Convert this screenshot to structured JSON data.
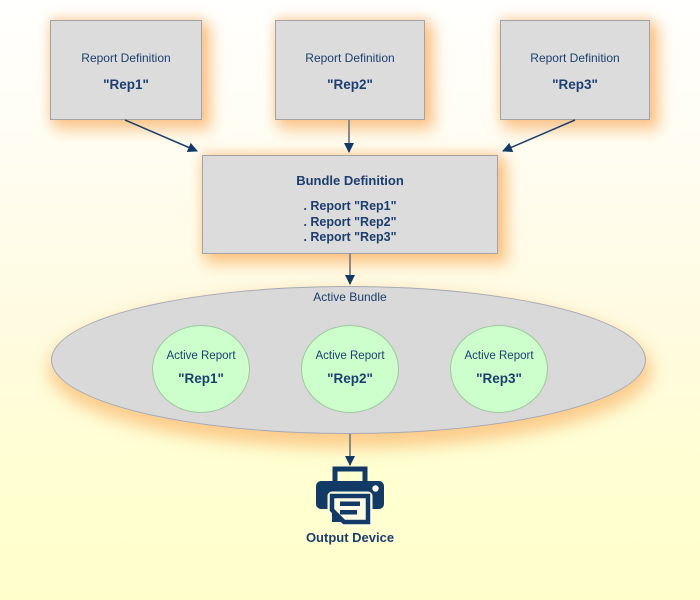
{
  "colors": {
    "text_navy": "#1c3e6e",
    "icon_navy": "#123a66",
    "box_fill": "#dcdcdc",
    "box_border": "#a3a3a3",
    "ellipse_fill": "#d9d9d9",
    "circle_fill": "#ccffcc",
    "glow_orange": "#f79e44",
    "arrow_gray": "#8a8a8a",
    "background_top": "#ffffff",
    "background_bottom": "#ffffcc"
  },
  "diagram": {
    "report_definitions": [
      {
        "title": "Report Definition",
        "name": "\"Rep1\""
      },
      {
        "title": "Report Definition",
        "name": "\"Rep2\""
      },
      {
        "title": "Report Definition",
        "name": "\"Rep3\""
      }
    ],
    "bundle_definition": {
      "title": "Bundle Definition",
      "items": [
        ". Report \"Rep1\"",
        ". Report \"Rep2\"",
        ". Report \"Rep3\""
      ]
    },
    "active_bundle": {
      "label": "Active Bundle",
      "reports": [
        {
          "title": "Active Report",
          "name": "\"Rep1\""
        },
        {
          "title": "Active Report",
          "name": "\"Rep2\""
        },
        {
          "title": "Active Report",
          "name": "\"Rep3\""
        }
      ]
    },
    "output_device": {
      "label": "Output Device",
      "icon": "printer-icon"
    }
  }
}
